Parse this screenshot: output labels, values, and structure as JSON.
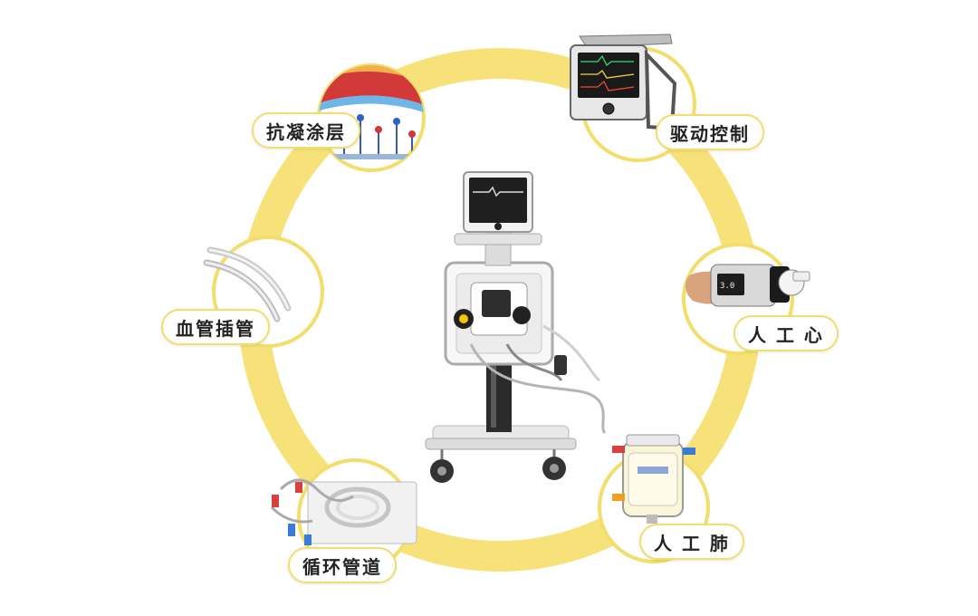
{
  "ring_color": "#f7e27a",
  "node_border_color": "#f3dd6b",
  "center": {
    "name": "ECMO machine",
    "icon": "ecmo-cart-icon"
  },
  "nodes": [
    {
      "id": "anticoag",
      "label": "抗凝涂层",
      "icon": "anticoagulant-coating-icon"
    },
    {
      "id": "drive",
      "label": "驱动控制",
      "icon": "drive-console-icon"
    },
    {
      "id": "heart",
      "label": "人 工 心",
      "icon": "blood-pump-icon"
    },
    {
      "id": "lung",
      "label": "人 工 肺",
      "icon": "oxygenator-icon"
    },
    {
      "id": "circuit",
      "label": "循环管道",
      "icon": "tubing-circuit-icon"
    },
    {
      "id": "cannula",
      "label": "血管插管",
      "icon": "cannula-icon"
    }
  ]
}
